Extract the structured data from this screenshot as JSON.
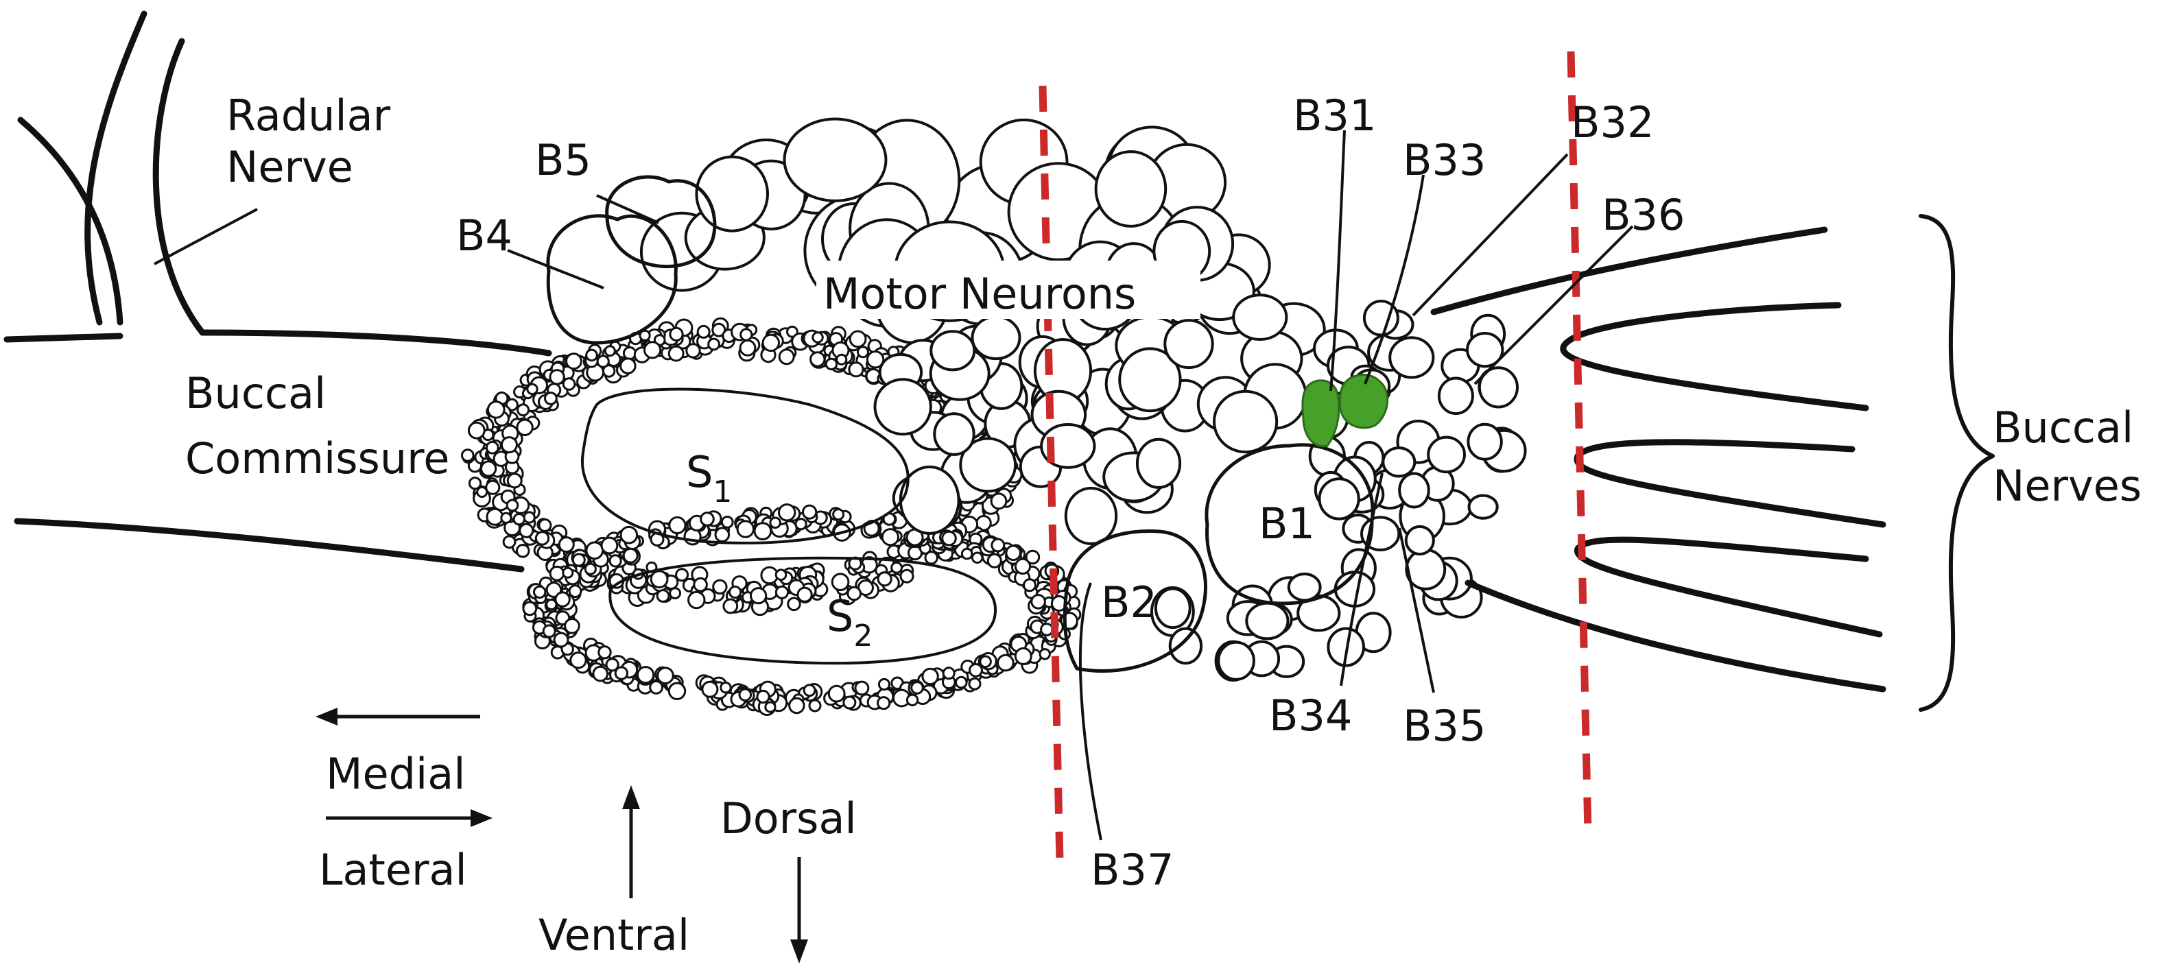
{
  "labels": {
    "radular_nerve_line1": "Radular",
    "radular_nerve_line2": "Nerve",
    "b5": "B5",
    "b4": "B4",
    "buccal_commissure_line1": "Buccal",
    "buccal_commissure_line2": "Commissure",
    "s1_letter": "S",
    "s1_sub": "1",
    "s2_letter": "S",
    "s2_sub": "2",
    "motor_neurons": "Motor Neurons",
    "b31": "B31",
    "b33": "B33",
    "b32": "B32",
    "b36": "B36",
    "b1": "B1",
    "b2": "B2",
    "b34": "B34",
    "b35": "B35",
    "b37": "B37",
    "buccal_nerves_line1": "Buccal",
    "buccal_nerves_line2": "Nerves"
  },
  "orientation": {
    "medial": "Medial",
    "lateral": "Lateral",
    "dorsal": "Dorsal",
    "ventral": "Ventral"
  },
  "colors": {
    "ink": "#111111",
    "cut_line": "#cc2a2a",
    "highlight_neuron": "#46a02a"
  }
}
